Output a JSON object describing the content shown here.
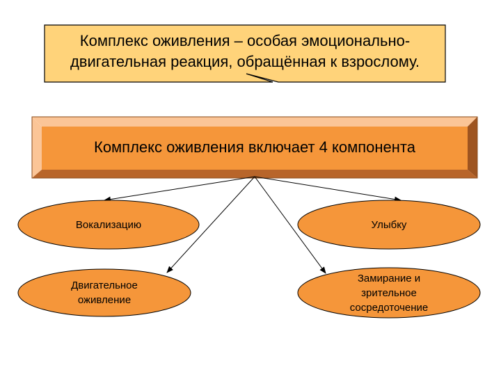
{
  "callout": {
    "line1": "Комплекс оживления – особая эмоционально-",
    "line2": "двигательная реакция, обращённая к взрослому."
  },
  "banner": {
    "label": "Комплекс оживления включает 4 компонента"
  },
  "components": {
    "vocalization": "Вокализацию",
    "smile": "Улыбку",
    "motor_line1": "Двигательное",
    "motor_line2": "оживление",
    "freeze_line1": "Замирание и",
    "freeze_line2": "зрительное",
    "freeze_line3": "сосредоточение"
  },
  "colors": {
    "callout_fill": "#FFD37A",
    "banner_fill": "#F5963A",
    "banner_bevel_light": "#FBC597",
    "banner_bevel_dark": "#9E5420",
    "ellipse_fill": "#F5963A",
    "stroke": "#000000"
  }
}
